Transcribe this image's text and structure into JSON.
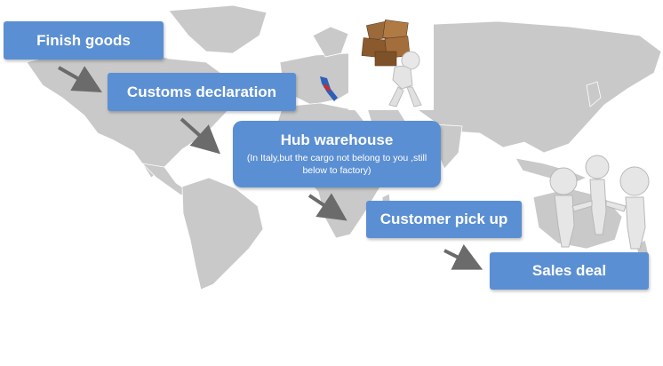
{
  "steps": [
    {
      "title": "Finish goods"
    },
    {
      "title": "Customs declaration"
    },
    {
      "title": "Hub warehouse",
      "note": "(In Italy,but the cargo not belong to you ,still below to factory)"
    },
    {
      "title": "Customer pick up"
    },
    {
      "title": "Sales deal"
    }
  ],
  "colors": {
    "box_fill": "#5b8fd3",
    "map_land": "#c9c9c9",
    "arrow": "#6b6b6b",
    "italy_highlight": "#2f5fb7"
  },
  "icons": [
    "world-map",
    "italy-flag-icon",
    "porter-carrying-boxes-icon",
    "three-figures-holding-hands-icon"
  ]
}
